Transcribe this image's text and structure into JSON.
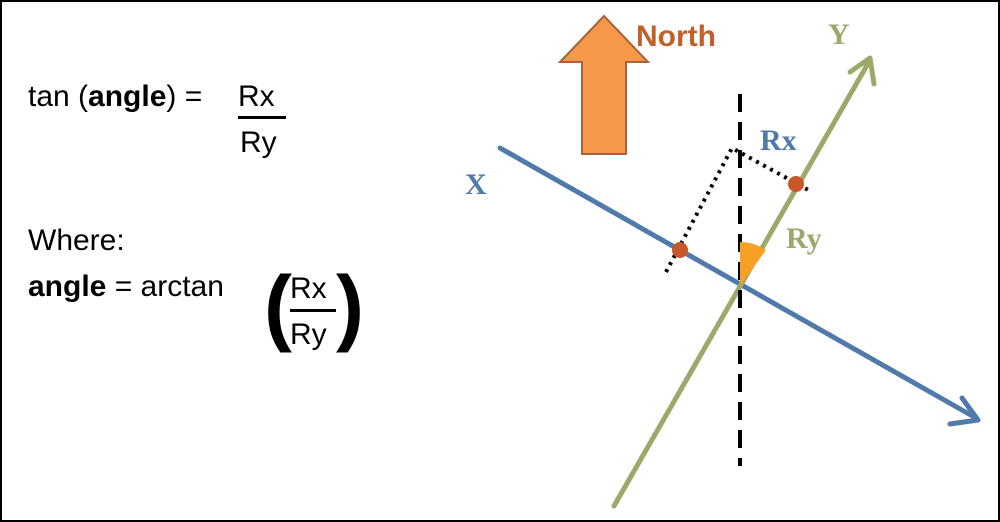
{
  "formula1": {
    "prefix": "tan (",
    "bold_word": "angle",
    "suffix": ") =",
    "numerator": "Rx",
    "denominator": "Ry"
  },
  "where_label": "Where:",
  "formula2": {
    "bold_word": "angle",
    "middle": " = arctan",
    "open_paren": "(",
    "close_paren": ")",
    "numerator": "Rx",
    "denominator": "Ry"
  },
  "diagram": {
    "north_label": "North",
    "x_axis_label": "X",
    "y_axis_label": "Y",
    "rx_label": "Rx",
    "ry_label": "Ry",
    "icons": [
      "north-arrow-icon",
      "angle-wedge-icon"
    ],
    "colors": {
      "x_axis": "#4f7aaa",
      "y_axis": "#9aaa6b",
      "north": "#f7974a",
      "north_stroke": "#a5653a",
      "north_text": "#c0612b",
      "points": "#c8582a",
      "wedge": "#f7a024",
      "lines": "#000000"
    }
  }
}
